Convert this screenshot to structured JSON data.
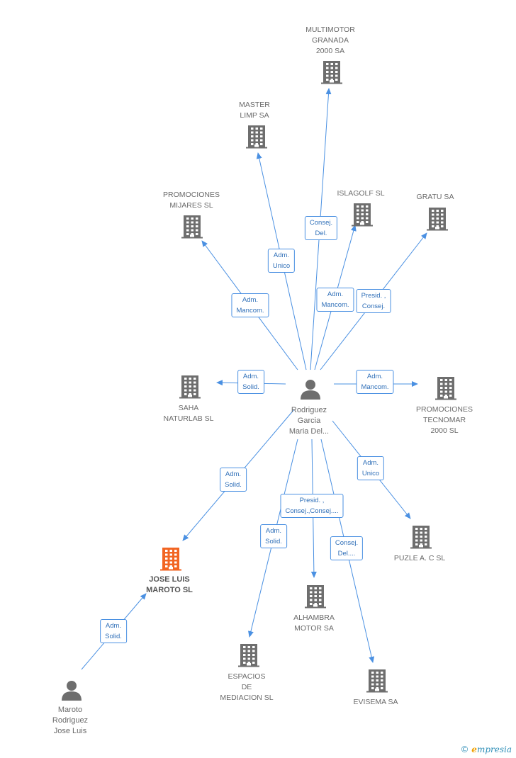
{
  "center": {
    "label": [
      "Rodriguez",
      "Garcia",
      "Maria Del..."
    ]
  },
  "companies": [
    {
      "id": "multimotor",
      "label": [
        "MULTIMOTOR",
        "GRANADA",
        "2000 SA"
      ]
    },
    {
      "id": "masterlimp",
      "label": [
        "MASTER",
        "LIMP SA"
      ]
    },
    {
      "id": "promomijares",
      "label": [
        "PROMOCIONES",
        "MIJARES SL"
      ]
    },
    {
      "id": "islagolf",
      "label": [
        "ISLAGOLF  SL"
      ]
    },
    {
      "id": "gratu",
      "label": [
        "GRATU SA"
      ]
    },
    {
      "id": "saha",
      "label": [
        "SAHA",
        "NATURLAB SL"
      ]
    },
    {
      "id": "promotecnomar",
      "label": [
        "PROMOCIONES",
        "TECNOMAR",
        "2000 SL"
      ]
    },
    {
      "id": "joseluis",
      "label": [
        "JOSE LUIS",
        "MAROTO SL"
      ],
      "highlight": true
    },
    {
      "id": "puzle",
      "label": [
        "PUZLE A.  C SL"
      ]
    },
    {
      "id": "alhambra",
      "label": [
        "ALHAMBRA",
        "MOTOR SA"
      ]
    },
    {
      "id": "espacios",
      "label": [
        "ESPACIOS",
        "DE",
        "MEDIACION SL"
      ]
    },
    {
      "id": "evisema",
      "label": [
        "EVISEMA SA"
      ]
    }
  ],
  "persons": [
    {
      "id": "maroto",
      "label": [
        "Maroto",
        "Rodriguez",
        "Jose Luis"
      ]
    }
  ],
  "edges": [
    {
      "from": "center",
      "to": "multimotor",
      "label": [
        "Consej.",
        "Del."
      ]
    },
    {
      "from": "center",
      "to": "masterlimp",
      "label": [
        "Adm.",
        "Unico"
      ]
    },
    {
      "from": "center",
      "to": "promomijares",
      "label": [
        "Adm.",
        "Mancom."
      ]
    },
    {
      "from": "center",
      "to": "islagolf",
      "label": [
        "Adm.",
        "Mancom."
      ]
    },
    {
      "from": "center",
      "to": "gratu",
      "label": [
        "Presid. ,",
        "Consej."
      ]
    },
    {
      "from": "center",
      "to": "saha",
      "label": [
        "Adm.",
        "Solid."
      ]
    },
    {
      "from": "center",
      "to": "promotecnomar",
      "label": [
        "Adm.",
        "Mancom."
      ]
    },
    {
      "from": "center",
      "to": "joseluis",
      "label": [
        "Adm.",
        "Solid."
      ]
    },
    {
      "from": "center",
      "to": "puzle",
      "label": [
        "Adm.",
        "Unico"
      ]
    },
    {
      "from": "center",
      "to": "alhambra",
      "label": [
        "Presid. ,",
        "Consej.,Consej...."
      ]
    },
    {
      "from": "center",
      "to": "espacios",
      "label": [
        "Adm.",
        "Solid."
      ]
    },
    {
      "from": "center",
      "to": "evisema",
      "label": [
        "Consej.",
        "Del...."
      ]
    },
    {
      "from": "maroto",
      "to": "joseluis",
      "label": [
        "Adm.",
        "Solid."
      ]
    }
  ],
  "colors": {
    "edge": "#4a90e2",
    "building": "#6e6e6e",
    "highlight": "#f26522",
    "person": "#6e6e6e",
    "label": "#2f6fb8"
  },
  "watermark": {
    "copyright": "©",
    "brand_initial": "e",
    "brand_rest": "mpresia"
  }
}
